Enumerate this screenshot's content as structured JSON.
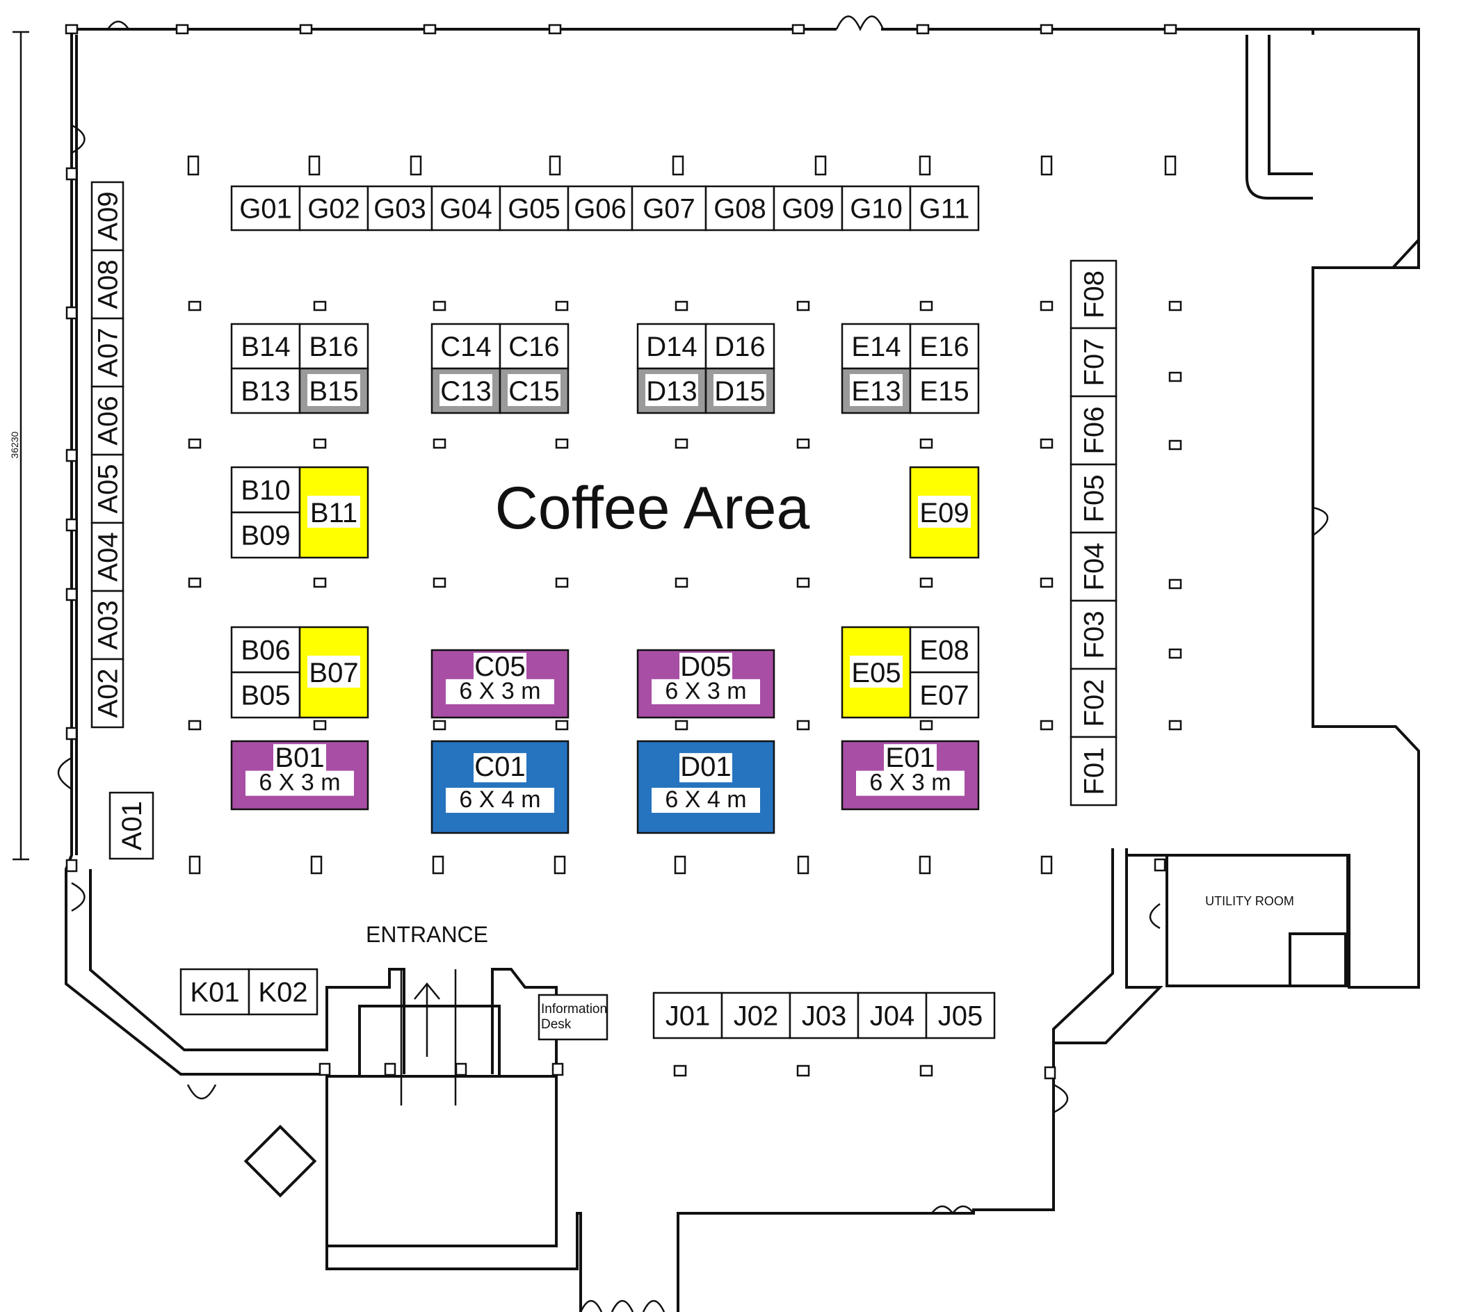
{
  "colors": {
    "wall": "#111111",
    "booth_default": "#ffffff",
    "booth_yellow": "#ffff00",
    "booth_purple": "#a84ea5",
    "booth_blue": "#2673bf",
    "booth_grey": "#9a9a9a"
  },
  "labels": {
    "dimension": "36230",
    "coffee_area": "Coffee Area",
    "entrance": "ENTRANCE",
    "information_desk_line1": "Information",
    "information_desk_line2": "Desk",
    "utility_room": "UTILITY ROOM"
  },
  "booth_groups": [
    {
      "name": "A",
      "booths": [
        {
          "id": "A09",
          "color": "white"
        },
        {
          "id": "A08",
          "color": "white"
        },
        {
          "id": "A07",
          "color": "white"
        },
        {
          "id": "A06",
          "color": "white"
        },
        {
          "id": "A05",
          "color": "white"
        },
        {
          "id": "A04",
          "color": "white"
        },
        {
          "id": "A03",
          "color": "white"
        },
        {
          "id": "A02",
          "color": "white"
        },
        {
          "id": "A01",
          "color": "white"
        }
      ]
    },
    {
      "name": "G",
      "booths": [
        {
          "id": "G01",
          "color": "white"
        },
        {
          "id": "G02",
          "color": "white"
        },
        {
          "id": "G03",
          "color": "white"
        },
        {
          "id": "G04",
          "color": "white"
        },
        {
          "id": "G05",
          "color": "white"
        },
        {
          "id": "G06",
          "color": "white"
        },
        {
          "id": "G07",
          "color": "white"
        },
        {
          "id": "G08",
          "color": "white"
        },
        {
          "id": "G09",
          "color": "white"
        },
        {
          "id": "G10",
          "color": "white"
        },
        {
          "id": "G11",
          "color": "white"
        }
      ]
    },
    {
      "name": "F",
      "booths": [
        {
          "id": "F08",
          "color": "white"
        },
        {
          "id": "F07",
          "color": "white"
        },
        {
          "id": "F06",
          "color": "white"
        },
        {
          "id": "F05",
          "color": "white"
        },
        {
          "id": "F04",
          "color": "white"
        },
        {
          "id": "F03",
          "color": "white"
        },
        {
          "id": "F02",
          "color": "white"
        },
        {
          "id": "F01",
          "color": "white"
        }
      ]
    },
    {
      "name": "B",
      "booths": [
        {
          "id": "B14",
          "color": "white"
        },
        {
          "id": "B16",
          "color": "white"
        },
        {
          "id": "B13",
          "color": "white"
        },
        {
          "id": "B15",
          "color": "grey"
        },
        {
          "id": "B10",
          "color": "white"
        },
        {
          "id": "B09",
          "color": "white"
        },
        {
          "id": "B11",
          "color": "yellow"
        },
        {
          "id": "B06",
          "color": "white"
        },
        {
          "id": "B05",
          "color": "white"
        },
        {
          "id": "B07",
          "color": "yellow"
        },
        {
          "id": "B01",
          "color": "purple",
          "size": "6 X 3 m"
        }
      ]
    },
    {
      "name": "C",
      "booths": [
        {
          "id": "C14",
          "color": "white"
        },
        {
          "id": "C16",
          "color": "white"
        },
        {
          "id": "C13",
          "color": "grey"
        },
        {
          "id": "C15",
          "color": "grey"
        },
        {
          "id": "C05",
          "color": "purple",
          "size": "6 X 3 m"
        },
        {
          "id": "C01",
          "color": "blue",
          "size": "6 X 4 m"
        }
      ]
    },
    {
      "name": "D",
      "booths": [
        {
          "id": "D14",
          "color": "white"
        },
        {
          "id": "D16",
          "color": "white"
        },
        {
          "id": "D13",
          "color": "grey"
        },
        {
          "id": "D15",
          "color": "grey"
        },
        {
          "id": "D05",
          "color": "purple",
          "size": "6 X 3 m"
        },
        {
          "id": "D01",
          "color": "blue",
          "size": "6 X 4 m"
        }
      ]
    },
    {
      "name": "E",
      "booths": [
        {
          "id": "E14",
          "color": "white"
        },
        {
          "id": "E16",
          "color": "white"
        },
        {
          "id": "E13",
          "color": "grey"
        },
        {
          "id": "E15",
          "color": "white"
        },
        {
          "id": "E09",
          "color": "yellow"
        },
        {
          "id": "E05",
          "color": "yellow"
        },
        {
          "id": "E08",
          "color": "white"
        },
        {
          "id": "E07",
          "color": "white"
        },
        {
          "id": "E01",
          "color": "purple",
          "size": "6 X 3 m"
        }
      ]
    },
    {
      "name": "K",
      "booths": [
        {
          "id": "K01",
          "color": "white"
        },
        {
          "id": "K02",
          "color": "white"
        }
      ]
    },
    {
      "name": "J",
      "booths": [
        {
          "id": "J01",
          "color": "white"
        },
        {
          "id": "J02",
          "color": "white"
        },
        {
          "id": "J03",
          "color": "white"
        },
        {
          "id": "J04",
          "color": "white"
        },
        {
          "id": "J05",
          "color": "white"
        }
      ]
    }
  ]
}
